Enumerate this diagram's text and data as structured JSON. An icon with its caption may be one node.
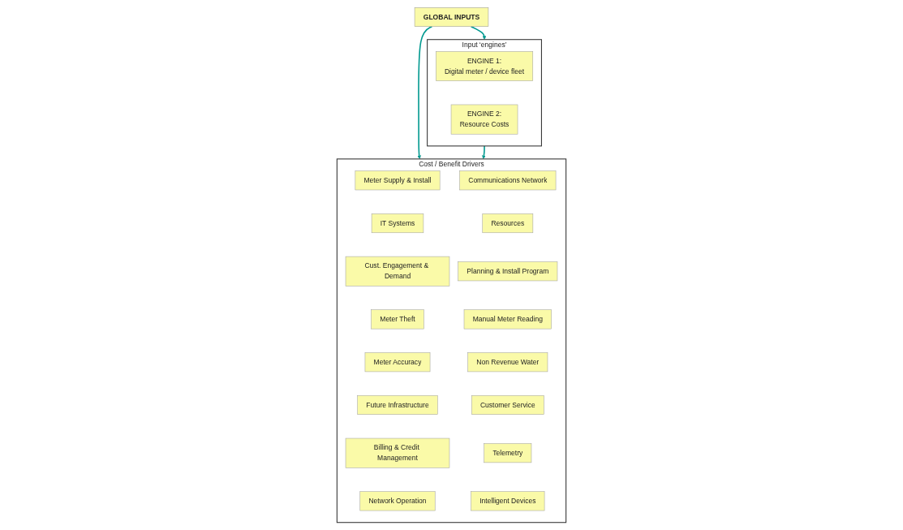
{
  "diagram": {
    "nodes": [
      {
        "text": [
          "GLOBAL INPUTS"
        ]
      },
      {
        "text": [
          "Input ‘engines’"
        ]
      },
      {
        "text": [
          "ENGINE 1:",
          "Digital meter / device fleet"
        ],
        "in": 1
      },
      {
        "text": [
          "ENGINE 2:",
          "Resource Costs"
        ],
        "in": 1
      },
      {
        "text": [
          "Cost / Benefit Drivers"
        ]
      },
      {
        "text": [
          "Meter Supply & Install"
        ],
        "in": 4
      },
      {
        "text": [
          "Communications Network"
        ],
        "in": 4
      },
      {
        "text": [
          "IT Systems"
        ],
        "in": 4
      },
      {
        "text": [
          "Resources"
        ],
        "in": 4
      },
      {
        "text": [
          "Cust. Engagement & Demand"
        ],
        "in": 4
      },
      {
        "text": [
          "Planning & Install Program"
        ],
        "in": 4
      },
      {
        "text": [
          "Meter Theft"
        ],
        "in": 4
      },
      {
        "text": [
          "Manual Meter Reading"
        ],
        "in": 4
      },
      {
        "text": [
          "Meter Accuracy"
        ],
        "in": 4
      },
      {
        "text": [
          "Non Revenue Water"
        ],
        "in": 4
      },
      {
        "text": [
          "Future Infrastructure"
        ],
        "in": 4
      },
      {
        "text": [
          "Customer Service"
        ],
        "in": 4
      },
      {
        "text": [
          "Billing & Credit Management"
        ],
        "in": 4
      },
      {
        "text": [
          "Telemetry"
        ],
        "in": 4
      },
      {
        "text": [
          "Network Operation"
        ],
        "in": 4
      },
      {
        "text": [
          "Intelligent Devices"
        ],
        "in": 4
      }
    ],
    "edges": [
      {
        "from": 0,
        "to": 1,
        "arrow": "to"
      },
      {
        "from": 0,
        "to": 4,
        "arrow": "to"
      },
      {
        "from": 1,
        "to": 4,
        "arrow": "to"
      }
    ]
  }
}
